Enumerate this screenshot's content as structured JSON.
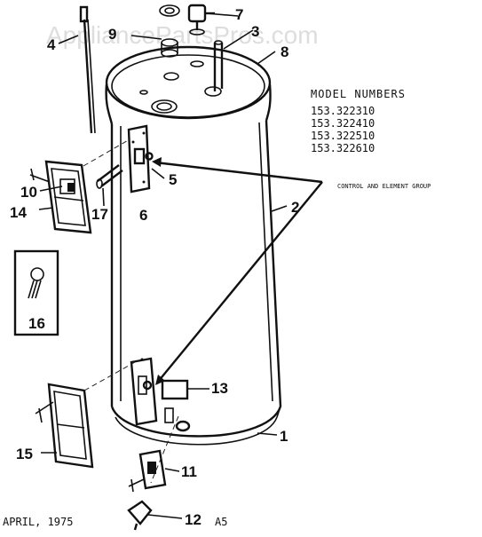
{
  "watermark": "AppliancePartsPros.com",
  "model_block": {
    "heading": "MODEL NUMBERS",
    "numbers": [
      "153.322310",
      "153.322410",
      "153.322510",
      "153.322610"
    ]
  },
  "group_label": "CONTROL AND ELEMENT GROUP",
  "footer": {
    "date": "APRIL, 1975",
    "page_code": "A5"
  },
  "callouts": {
    "c1": "1",
    "c2": "2",
    "c3": "3",
    "c4": "4",
    "c5": "5",
    "c6": "6",
    "c7": "7",
    "c8": "8",
    "c9": "9",
    "c10": "10",
    "c11": "11",
    "c12": "12",
    "c13": "13",
    "c14": "14",
    "c15": "15",
    "c16": "16",
    "c17": "17"
  }
}
